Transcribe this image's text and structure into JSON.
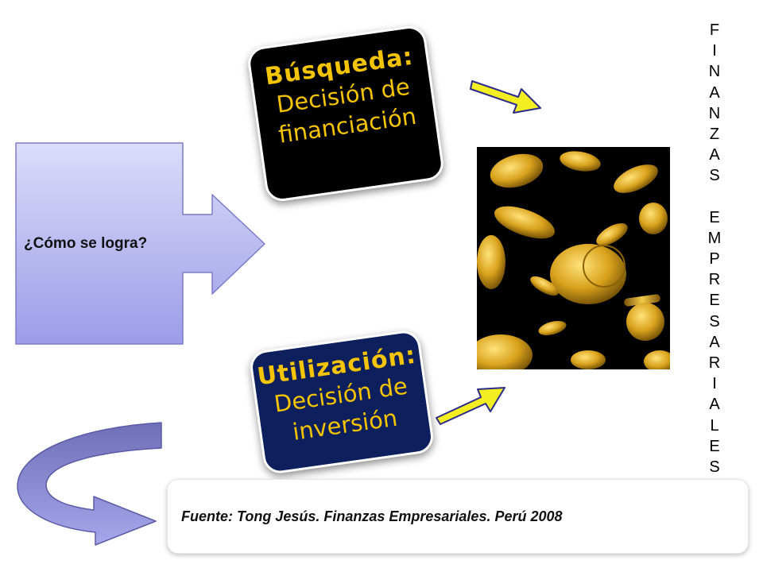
{
  "callout": {
    "question": "¿Cómo se logra?"
  },
  "box_search": {
    "heading": "Búsqueda:",
    "line1": "Decisión de",
    "line2": "financiación"
  },
  "box_use": {
    "heading": "Utilización:",
    "line1": "Decisión de",
    "line2": "inversión"
  },
  "vertical_text": {
    "word1": [
      "F",
      "I",
      "N",
      "A",
      "N",
      "Z",
      "A",
      "S"
    ],
    "word2": [
      "E",
      "M",
      "P",
      "R",
      "E",
      "S",
      "A",
      "R",
      "I",
      "A",
      "L",
      "E",
      "S"
    ]
  },
  "source": {
    "text": "Fuente: Tong Jesús. Finanzas Empresariales.  Perú 2008"
  },
  "colors": {
    "box_text": "#f5c400",
    "box_search_bg": "#000000",
    "box_use_bg": "#0d1f5c",
    "arrow_fill": "#f2ee22",
    "callout_fill": "#b9b9f2"
  },
  "icons": {
    "coins_image": "falling-gold-coins-image",
    "curved_arrow": "curved-return-arrow-icon"
  }
}
